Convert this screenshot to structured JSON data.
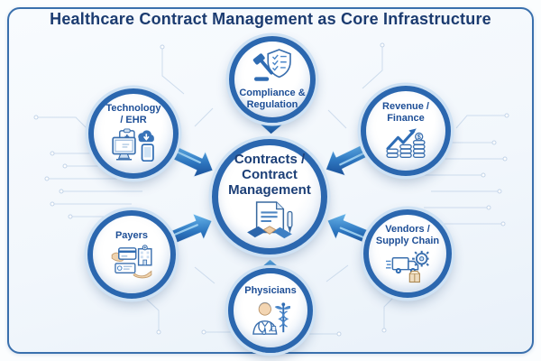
{
  "title": "Healthcare Contract Management as Core Infrastructure",
  "center": {
    "lines": [
      "Contracts /",
      "Contract",
      "Management"
    ],
    "icon": "contract-document-handshake-icon"
  },
  "nodes": [
    {
      "id": "technology",
      "lines": [
        "Technology",
        "/ EHR"
      ],
      "icon": "ehr-technology-monitor-cloud-tablet-icon"
    },
    {
      "id": "compliance",
      "lines": [
        "Compliance &",
        "Regulation"
      ],
      "icon": "compliance-gavel-shield-icon"
    },
    {
      "id": "revenue",
      "lines": [
        "Revenue /",
        "Finance"
      ],
      "icon": "revenue-coin-stacks-growth-arrow-icon",
      "icon_text": "$"
    },
    {
      "id": "payers",
      "lines": [
        "Payers"
      ],
      "icon": "payers-card-hospital-check-hands-icon"
    },
    {
      "id": "physicians",
      "lines": [
        "Physicians"
      ],
      "icon": "physician-doctor-caduceus-icon"
    },
    {
      "id": "vendors",
      "lines": [
        "Vendors /",
        "Supply Chain"
      ],
      "icon": "vendors-truck-gear-box-icon"
    }
  ],
  "colors": {
    "title_text": "#1b3b70",
    "node_ring": "#2b67af",
    "node_label": "#1d4e96",
    "center_label": "#1c3f77",
    "frame_border": "#3a70ad",
    "background": "#f2f7fc",
    "circuit_trace": "#c3d4e8",
    "arrow_light": "#6ab8ec",
    "arrow_mid": "#2e77c0",
    "arrow_dark": "#1a4f98"
  }
}
